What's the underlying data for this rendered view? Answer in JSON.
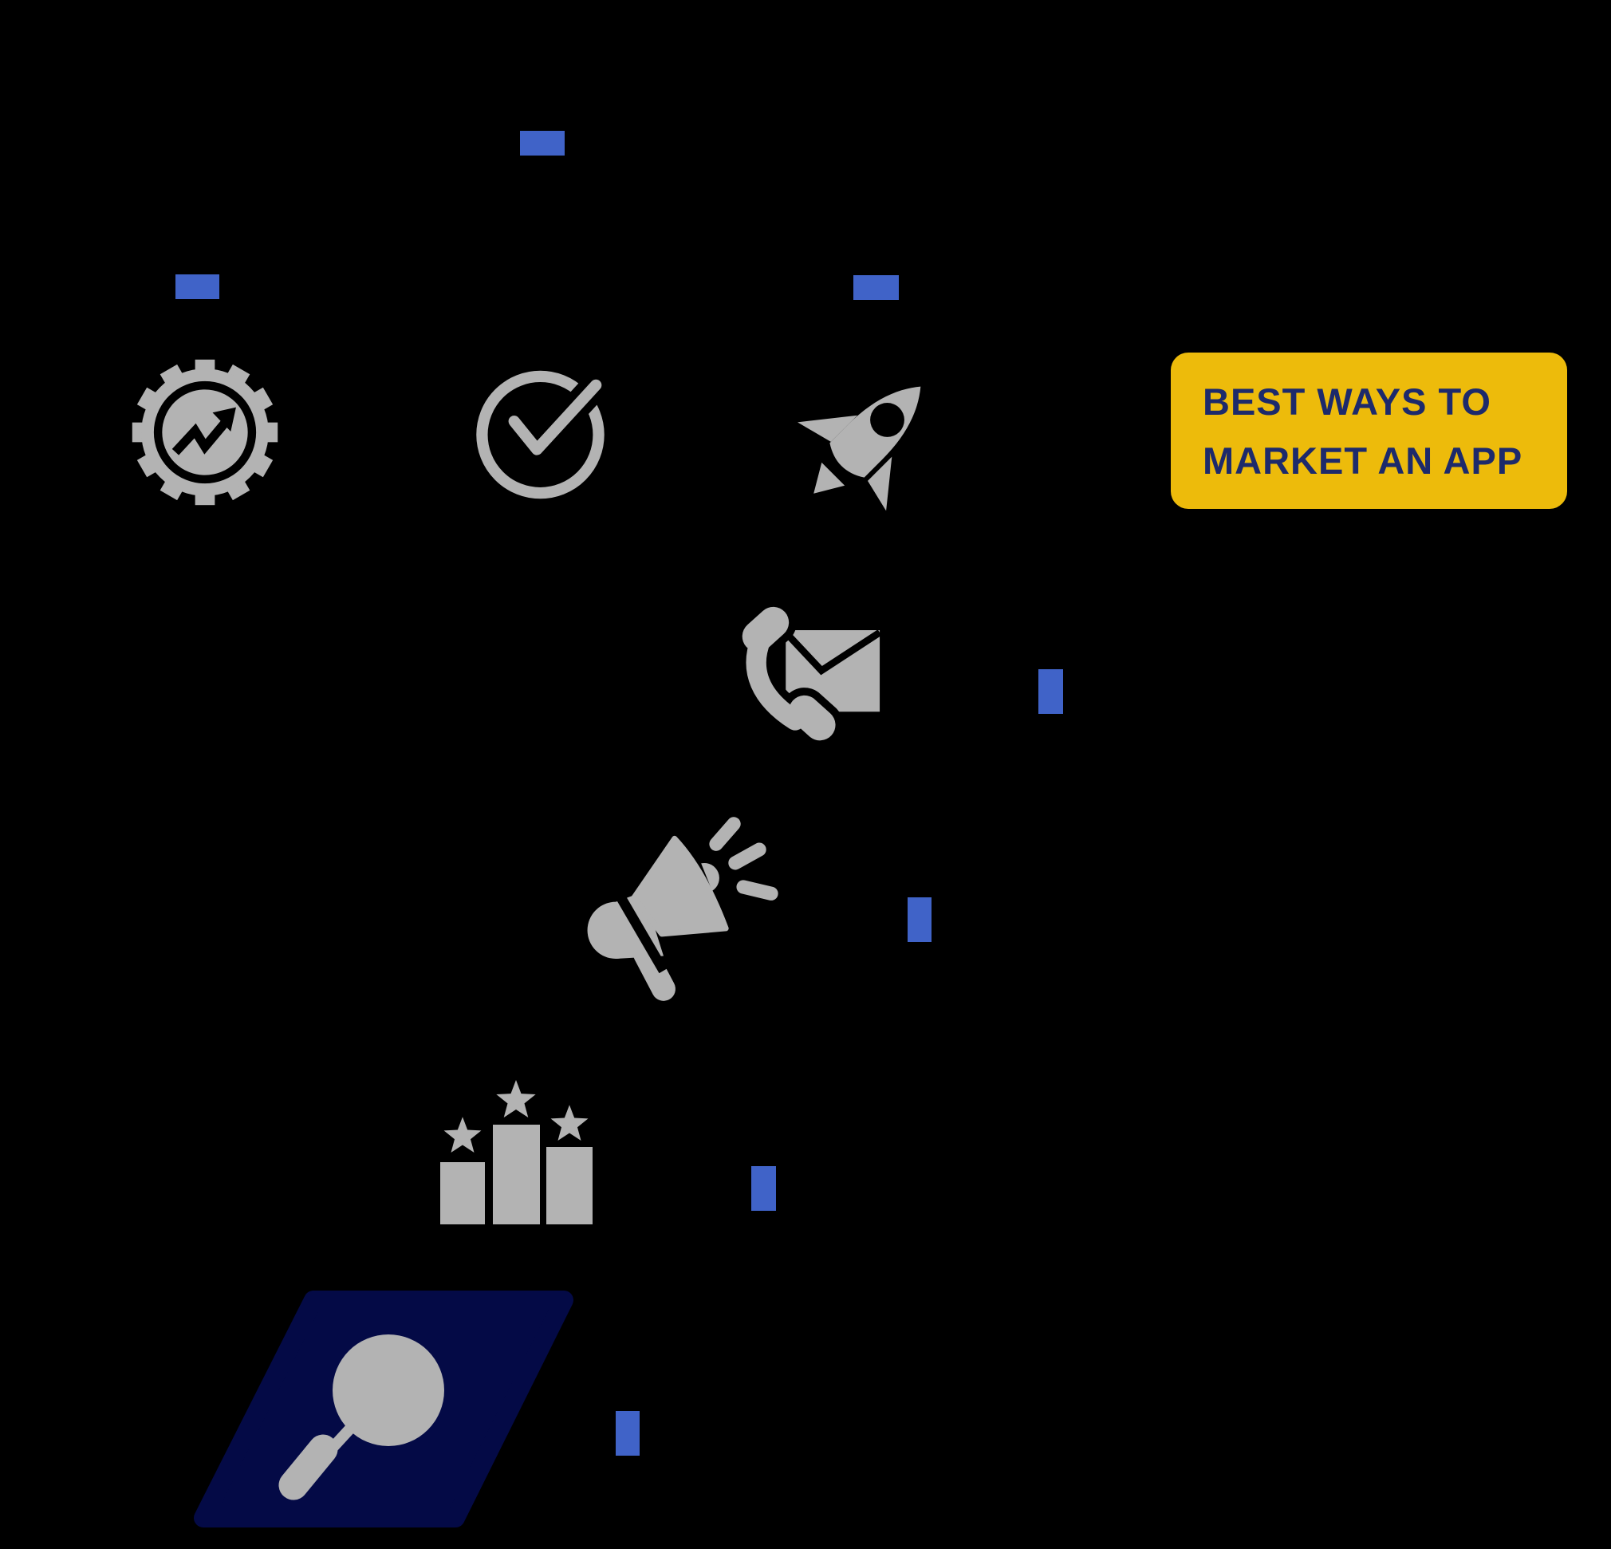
{
  "canvas": {
    "background_color": "#000000"
  },
  "title_badge": {
    "line1": "BEST WAYS TO",
    "line2": "MARKET AN APP",
    "background_color": "#EDBB0B",
    "text_color": "#1D2A6B"
  },
  "colors": {
    "icon_gray": "#B3B3B3",
    "accent_blue": "#4063C8",
    "panel_navy": "#040A46"
  },
  "icons": [
    {
      "name": "gear-growth-icon"
    },
    {
      "name": "check-circle-icon"
    },
    {
      "name": "rocket-icon"
    },
    {
      "name": "phone-email-icon"
    },
    {
      "name": "megaphone-icon"
    },
    {
      "name": "podium-stars-icon"
    },
    {
      "name": "search-magnifier-icon"
    }
  ],
  "accent_markers": {
    "count": 7,
    "color": "#4063C8"
  }
}
